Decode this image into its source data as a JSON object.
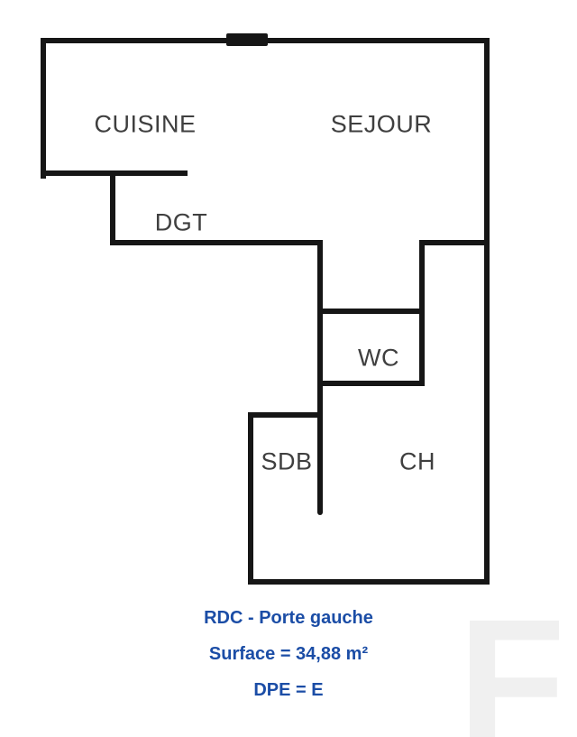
{
  "plan": {
    "rooms": [
      {
        "name": "cuisine",
        "label": "CUISINE"
      },
      {
        "name": "sejour",
        "label": "SEJOUR"
      },
      {
        "name": "dgt",
        "label": "DGT"
      },
      {
        "name": "wc",
        "label": "WC"
      },
      {
        "name": "sdb",
        "label": "SDB"
      },
      {
        "name": "ch",
        "label": "CH"
      }
    ],
    "wall_color": "#161616",
    "label_color": "#3f3f3f"
  },
  "caption": {
    "color": "#1b4da6",
    "lines": [
      "RDC - Porte gauche",
      "Surface = 34,88 m²",
      "DPE = E"
    ]
  },
  "watermark": {
    "glyph": "F"
  }
}
